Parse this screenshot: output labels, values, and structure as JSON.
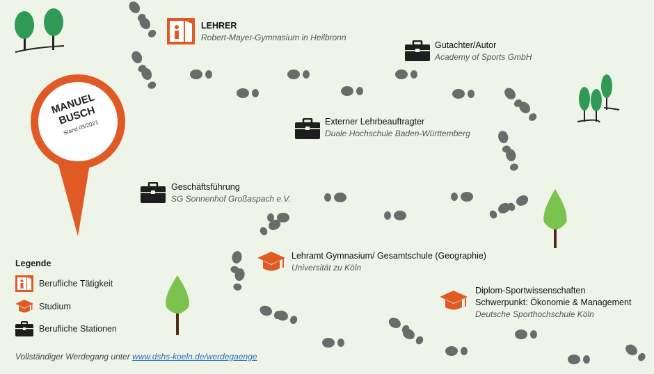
{
  "profile": {
    "name_line1": "MANUEL",
    "name_line2": "BUSCH",
    "stand": "Stand 09/2021"
  },
  "stations": [
    {
      "title": "LEHRER",
      "subtitle": "Robert-Mayer-Gymnasium in Heilbronn",
      "icon": "door-icon"
    },
    {
      "title": "Gutachter/Autor",
      "subtitle": "Academy of Sports GmbH",
      "icon": "briefcase-icon"
    },
    {
      "title": "Externer Lehrbeauftragter",
      "subtitle": "Duale Hochschule Baden-Württemberg",
      "icon": "briefcase-icon"
    },
    {
      "title": "Geschäftsführung",
      "subtitle": "SG Sonnenhof Großaspach e.V.",
      "icon": "briefcase-icon"
    },
    {
      "title": "Lehramt Gymnasium/ Gesamtschule (Geographie)",
      "subtitle": "Universität zu Köln",
      "icon": "graduation-cap-icon"
    },
    {
      "title_line1": "Diplom-Sportwissenschaften",
      "title_line2": "Schwerpunkt: Ökonomie & Management",
      "subtitle": "Deutsche Sporthochschule Köln",
      "icon": "graduation-cap-icon"
    }
  ],
  "legend": {
    "title": "Legende",
    "items": [
      {
        "label": "Berufliche Tätigkeit",
        "icon": "door-icon"
      },
      {
        "label": "Studium",
        "icon": "graduation-cap-icon"
      },
      {
        "label": "Berufliche Stationen",
        "icon": "briefcase-icon"
      }
    ]
  },
  "footer": {
    "text": "Vollständiger Werdegang unter ",
    "link": "www.dshs-koeln.de/werdegaenge"
  },
  "colors": {
    "background": "#eef5e8",
    "accent": "#e05a25",
    "footprint": "#6b6b6b",
    "tree_green": "#2f9a55",
    "icon_dark": "#1e1e1e"
  }
}
